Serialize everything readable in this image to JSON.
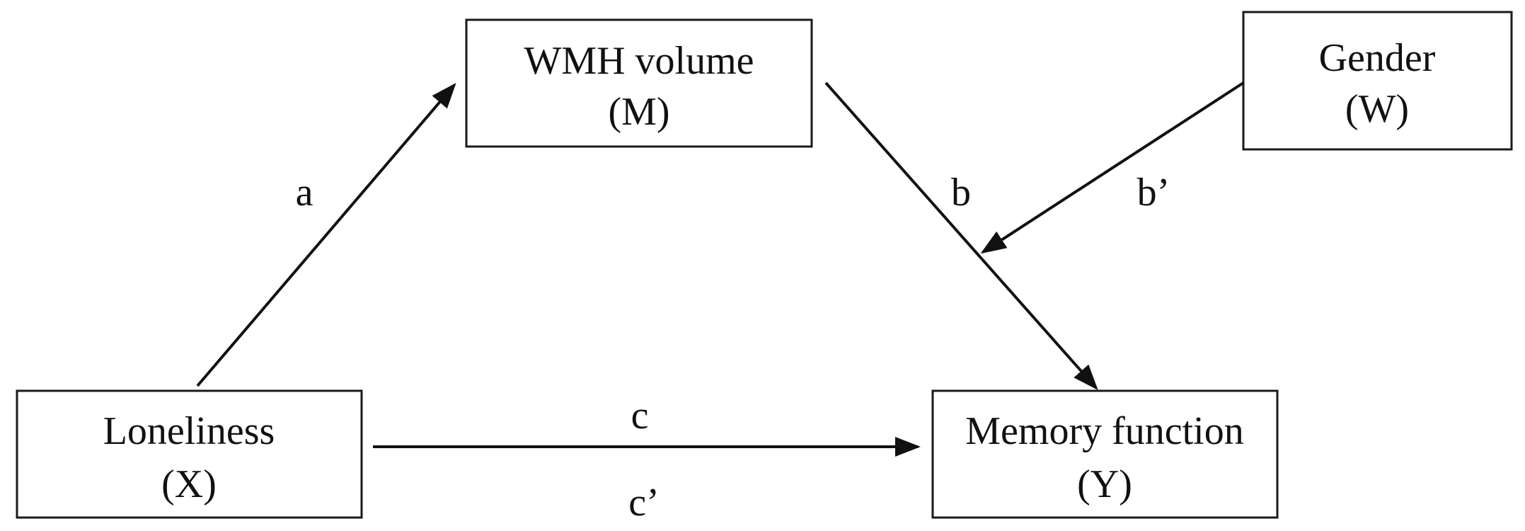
{
  "nodes": {
    "wmh": {
      "line1": "WMH volume",
      "line2": "(M)"
    },
    "gender": {
      "line1": "Gender",
      "line2": "(W)"
    },
    "loneliness": {
      "line1": "Loneliness",
      "line2": "(X)"
    },
    "memory": {
      "line1": "Memory function",
      "line2": "(Y)"
    }
  },
  "paths": {
    "a": "a",
    "b": "b",
    "b_prime": "b’",
    "c": "c",
    "c_prime": "c’"
  }
}
